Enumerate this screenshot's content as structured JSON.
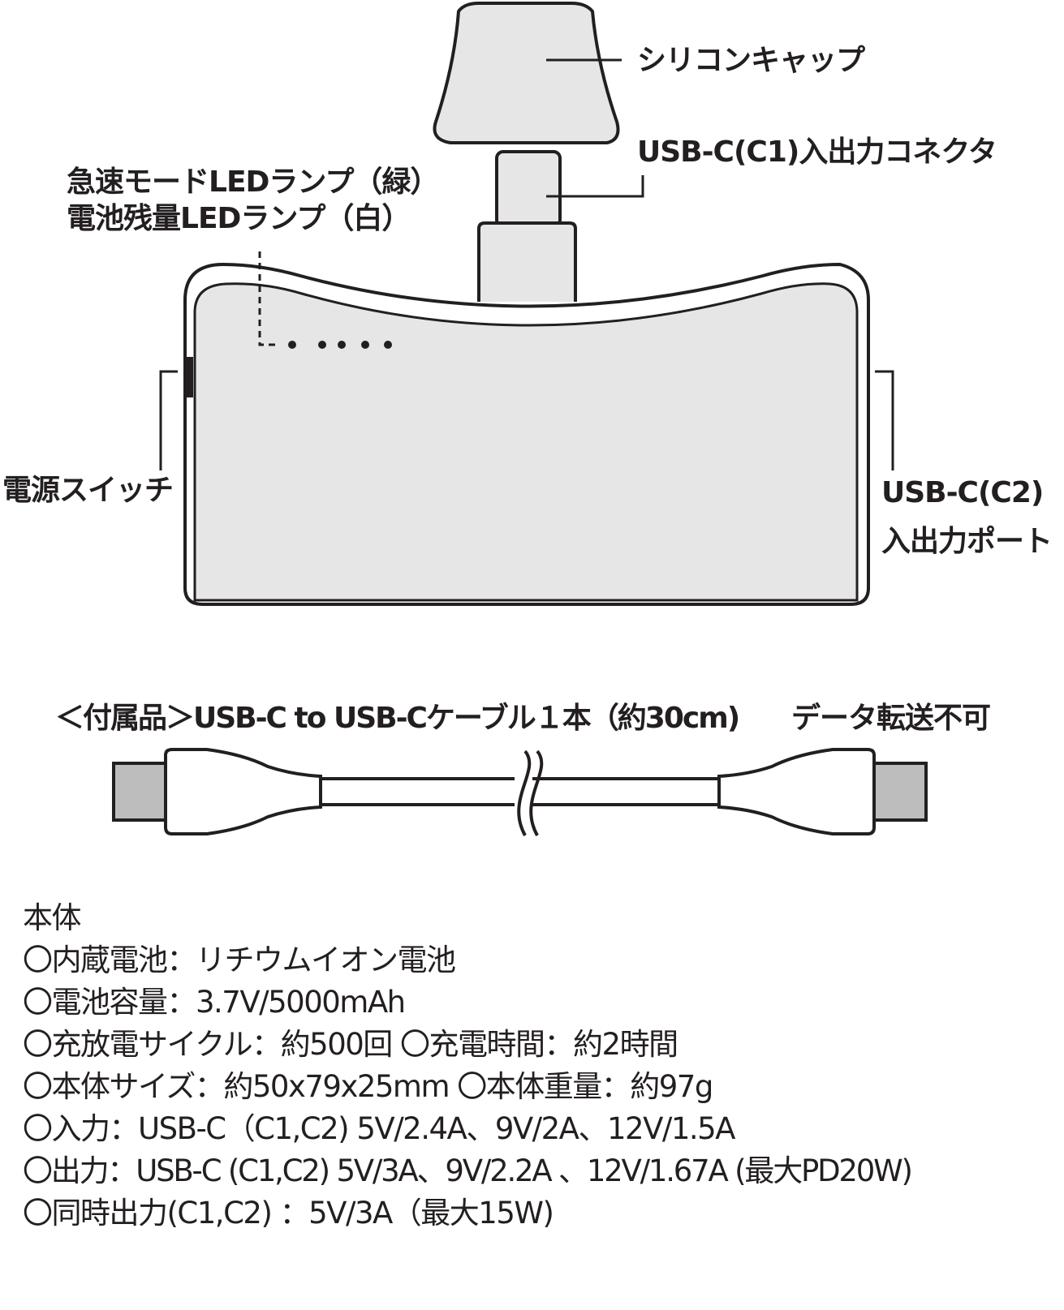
{
  "labels": {
    "silicone_cap": "シリコンキャップ",
    "usb_c1_connector": "USB-C(C1)入出力コネクタ",
    "led_quick_mode": "急速モードLEDランプ（緑）",
    "led_battery": "電池残量LEDランプ（白）",
    "power_switch": "電源スイッチ",
    "usb_c2_line1": "USB-C(C2)",
    "usb_c2_line2": "入出力ポート"
  },
  "accessory": {
    "title": "＜付属品＞USB-C to USB-Cケーブル１本（約30cm)",
    "note": "データ転送不可"
  },
  "specs": {
    "heading": "本体",
    "lines": [
      "〇内蔵電池：リチウムイオン電池",
      "〇電池容量：3.7V/5000mAh",
      "〇充放電サイクル：約500回 〇充電時間：約2時間",
      "〇本体サイズ：約50x79x25mm 〇本体重量：約97g",
      "〇入力：USB-C（C1,C2) 5V/2.4A、9V/2A、12V/1.5A",
      "〇出力：USB-C (C1,C2) 5V/3A、9V/2.2A 、12V/1.67A (最大PD20W)",
      "〇同時出力(C1,C2) ：5V/3A（最大15W)"
    ]
  },
  "colors": {
    "stroke": "#231f20",
    "fill": "#e6e6e6",
    "cable_fill": "#bdbdbd"
  }
}
